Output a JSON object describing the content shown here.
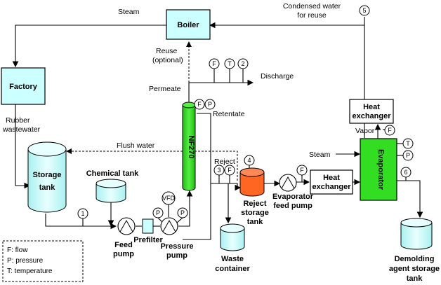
{
  "boiler": {
    "label": "Boiler"
  },
  "factory": {
    "label": "Factory"
  },
  "storage_tank": {
    "line1": "Storage",
    "line2": "tank"
  },
  "chemical_tank": {
    "label": "Chemical tank"
  },
  "nf270": {
    "label": "NF270"
  },
  "reject_storage_tank": {
    "line1": "Reject",
    "line2": "storage",
    "line3": "tank"
  },
  "waste_container": {
    "line1": "Waste",
    "line2": "container"
  },
  "heat_exchanger_top": {
    "line1": "Heat",
    "line2": "exchanger"
  },
  "heat_exchanger_mid": {
    "line1": "Heat",
    "line2": "exchanger"
  },
  "evaporator": {
    "label": "Evaporator"
  },
  "demolding_tank": {
    "line1": "Demolding",
    "line2": "agent storage",
    "line3": "tank"
  },
  "labels": {
    "steam_top": "Steam",
    "condensed1": "Condensed water",
    "condensed2": "for reuse",
    "reuse1": "Reuse",
    "reuse2": "(optional)",
    "discharge": "Discharge",
    "permeate": "Permeate",
    "retentate": "Retentate",
    "rubber1": "Rubber",
    "rubber2": "wastewater",
    "flush_water": "Flush water",
    "reject": "Reject",
    "steam_mid": "Steam",
    "vapor": "Vapor",
    "feed_pump1": "Feed",
    "feed_pump2": "pump",
    "prefilter": "Prefilter",
    "pressure_pump1": "Pressure",
    "pressure_pump2": "pump",
    "evap_pump1": "Evaporator",
    "evap_pump2": "feed pump",
    "vfd": "VFD"
  },
  "instruments": {
    "F": "F",
    "P": "P",
    "T": "T",
    "n1": "1",
    "n2": "2",
    "n3": "3",
    "n4": "4",
    "n5": "5",
    "n6": "6"
  },
  "legend": {
    "flow": "F: flow",
    "pressure": "P: pressure",
    "temperature": "T: temperature"
  },
  "colors": {
    "cyan": "#ccffff",
    "green": "#33dd22",
    "orange": "#ff6622",
    "box": "#ffffff"
  }
}
